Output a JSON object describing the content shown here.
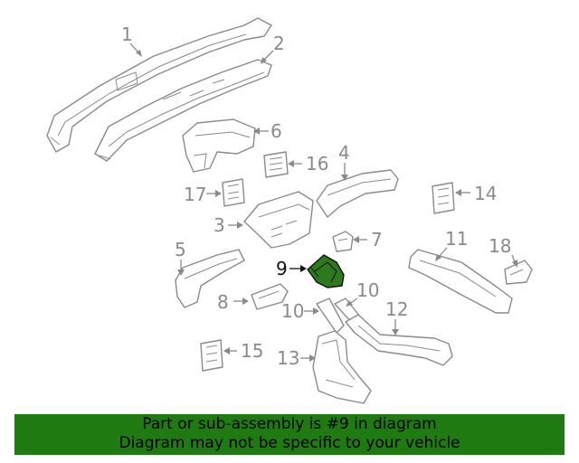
{
  "callouts": {
    "c1": "1",
    "c2": "2",
    "c3": "3",
    "c4": "4",
    "c5": "5",
    "c6": "6",
    "c7": "7",
    "c8": "8",
    "c9": "9",
    "c10a": "10",
    "c10b": "10",
    "c11": "11",
    "c12": "12",
    "c13": "13",
    "c14": "14",
    "c15": "15",
    "c16": "16",
    "c17": "17",
    "c18": "18"
  },
  "highlighted_part": "9",
  "colors": {
    "highlight": "#2d7a1e",
    "banner": "#1f7a12",
    "line": "#8a8a8a"
  },
  "banner": {
    "line1": "Part or sub-assembly is #9 in diagram",
    "line2": "Diagram may not be specific to your vehicle"
  }
}
